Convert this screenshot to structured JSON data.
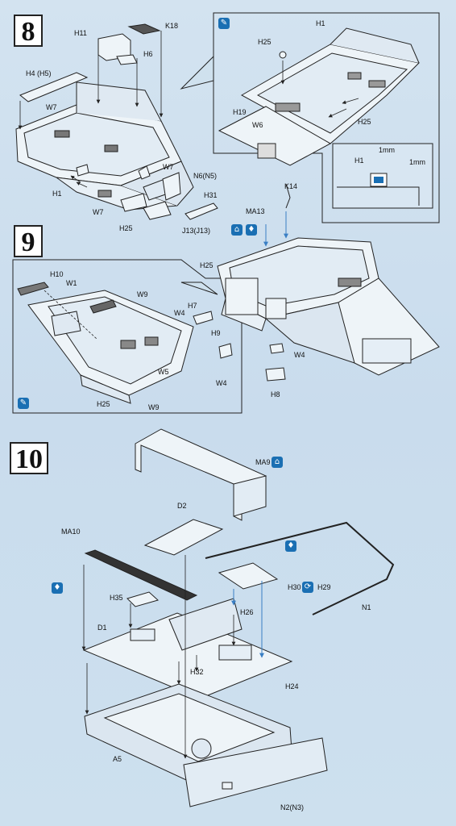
{
  "steps": {
    "s8": "8",
    "s9": "9",
    "s10": "10"
  },
  "step8": {
    "labels": {
      "h11": "H11",
      "k18": "K18",
      "h6": "H6",
      "h4": "H4 (H5)",
      "w7a": "W7",
      "w7b": "W7",
      "w7c": "W7",
      "h1": "H1",
      "n6": "N6(N5)",
      "h31": "H31",
      "h25": "H25",
      "j13": "J13(J13)"
    },
    "inset": {
      "h1": "H1",
      "h25a": "H25",
      "h25b": "H25",
      "h19": "H19",
      "w6": "W6"
    },
    "detail": {
      "h1": "H1",
      "dim1": "1mm",
      "dim2": "1mm"
    }
  },
  "step9": {
    "labels": {
      "k14": "K14",
      "ma13": "MA13",
      "h25": "H25",
      "w4a": "W4",
      "h8": "H8"
    },
    "inset": {
      "h10": "H10",
      "w1": "W1",
      "w9a": "W9",
      "h7": "H7",
      "w4b": "W4",
      "h9": "H9",
      "w5": "W5",
      "w4c": "W4",
      "h25": "H25",
      "w9b": "W9"
    }
  },
  "step10": {
    "labels": {
      "ma9": "MA9",
      "d2": "D2",
      "ma10": "MA10",
      "h35": "H35",
      "h30": "H30",
      "h29": "H29",
      "n1": "N1",
      "h26": "H26",
      "d1": "D1",
      "h32": "H32",
      "h24": "H24",
      "a5": "A5",
      "n2": "N2(N3)"
    }
  },
  "icons": {
    "paint_icon": "paint-brush-icon",
    "glue_icon": "glue-drop-icon",
    "armor_icon": "roof-cap-icon",
    "cement_icon": "cement-icon",
    "rotate_icon": "rotate-both-icon"
  },
  "colors": {
    "ink": "#222222",
    "paper": "#cfe1ee",
    "accent": "#1a6fb3",
    "arrow": "#3a7fc4"
  }
}
